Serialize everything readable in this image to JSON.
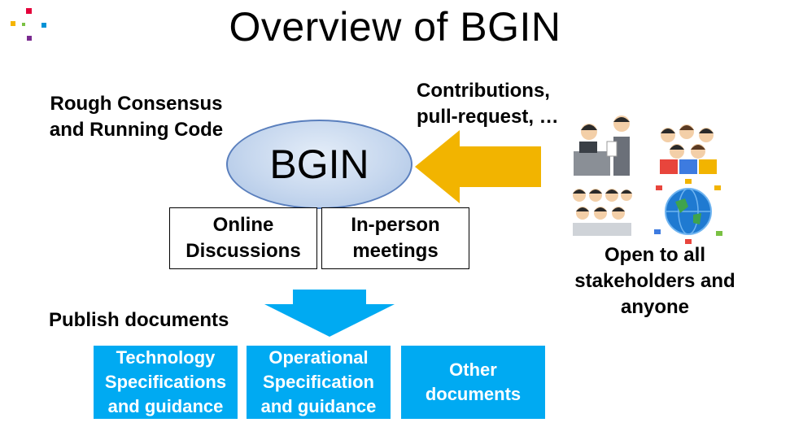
{
  "title": "Overview of BGIN",
  "logo_icon": "colorful-logo-icon",
  "rough_consensus": "Rough Consensus and Running Code",
  "center_label": "BGIN",
  "contributions": "Contributions, pull-request, …",
  "online": "Online Discussions",
  "inperson": "In-person meetings",
  "open_to_all": "Open to all stakeholders and anyone",
  "publish": "Publish documents",
  "documents": [
    "Technology Specifications and guidance",
    "Operational Specification and guidance",
    "Other documents"
  ],
  "colors": {
    "arrow_contrib": "#f2b400",
    "arrow_publish": "#00aaf2",
    "doc_box": "#00aaf2",
    "ellipse": "#c6d7ee"
  },
  "stakeholder_icons": [
    "office-workers-icon",
    "crowd-icon",
    "audience-icon",
    "globe-network-icon"
  ]
}
